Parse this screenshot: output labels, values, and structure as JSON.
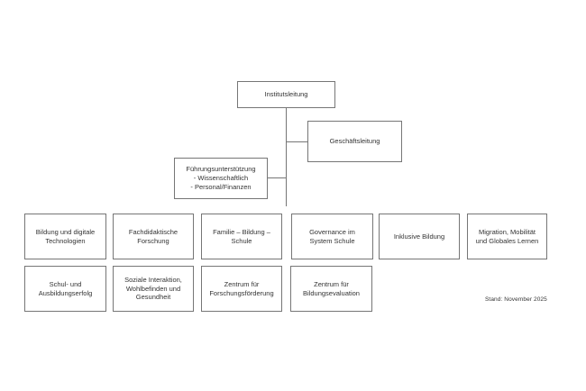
{
  "diagram": {
    "type": "org-chart",
    "root": {
      "label": "Institutsleitung"
    },
    "management": {
      "label": "Geschäftsleitung"
    },
    "support": {
      "label": "Führungsunterstützung\n- Wissenschaftlich\n- Personal/Finanzen"
    },
    "row1": [
      {
        "label": "Bildung und digitale\nTechnologien"
      },
      {
        "label": "Fachdidaktische\nForschung"
      },
      {
        "label": "Familie – Bildung –\nSchule"
      },
      {
        "label": "Governance im\nSystem Schule"
      },
      {
        "label": "Inklusive Bildung"
      },
      {
        "label": "Migration, Mobilität\nund Globales Lernen"
      }
    ],
    "row2": [
      {
        "label": "Schul- und\nAusbildungserfolg"
      },
      {
        "label": "Soziale Interaktion,\nWohlbefinden und\nGesundheit"
      },
      {
        "label": "Zentrum für\nForschungsförderung"
      },
      {
        "label": "Zentrum für\nBildungsevaluation"
      }
    ],
    "footnote": "Stand: November 2025"
  },
  "colors": {
    "background": "#ffffff",
    "box_border": "#767676",
    "connector": "#767676",
    "text": "#333333"
  }
}
